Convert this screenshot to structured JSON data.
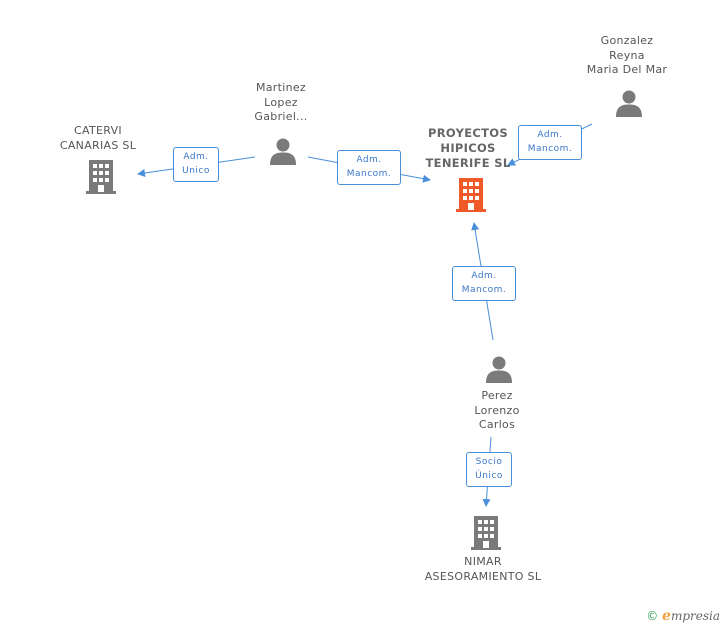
{
  "nodes": {
    "proyectos": {
      "lines": [
        "PROYECTOS",
        "HIPICOS",
        "TENERIFE  SL"
      ]
    },
    "catervi": {
      "lines": [
        "CATERVI",
        "CANARIAS SL"
      ]
    },
    "martinez": {
      "lines": [
        "Martinez",
        "Lopez",
        "Gabriel..."
      ]
    },
    "gonzalez": {
      "lines": [
        "Gonzalez",
        "Reyna",
        "Maria Del Mar"
      ]
    },
    "perez": {
      "lines": [
        "Perez",
        "Lorenzo",
        "Carlos"
      ]
    },
    "nimar": {
      "lines": [
        "NIMAR",
        "ASESORAMIENTO SL"
      ]
    }
  },
  "relations": {
    "martinez_catervi": {
      "lines": [
        "Adm.",
        "Unico"
      ]
    },
    "martinez_proyectos": {
      "lines": [
        "Adm.",
        "Mancom."
      ]
    },
    "gonzalez_proyectos": {
      "lines": [
        "Adm.",
        "Mancom."
      ]
    },
    "perez_proyectos": {
      "lines": [
        "Adm.",
        "Mancom."
      ]
    },
    "perez_nimar": {
      "lines": [
        "Socio",
        "Único"
      ]
    }
  },
  "colors": {
    "edge": "#4a8fd9",
    "person_icon": "#7a7a7a",
    "company_icon": "#7a7a7a",
    "focus_company_icon": "#f05a28"
  },
  "footer": {
    "copyright": "©",
    "brand_initial": "e",
    "brand_rest": "mpresia"
  }
}
